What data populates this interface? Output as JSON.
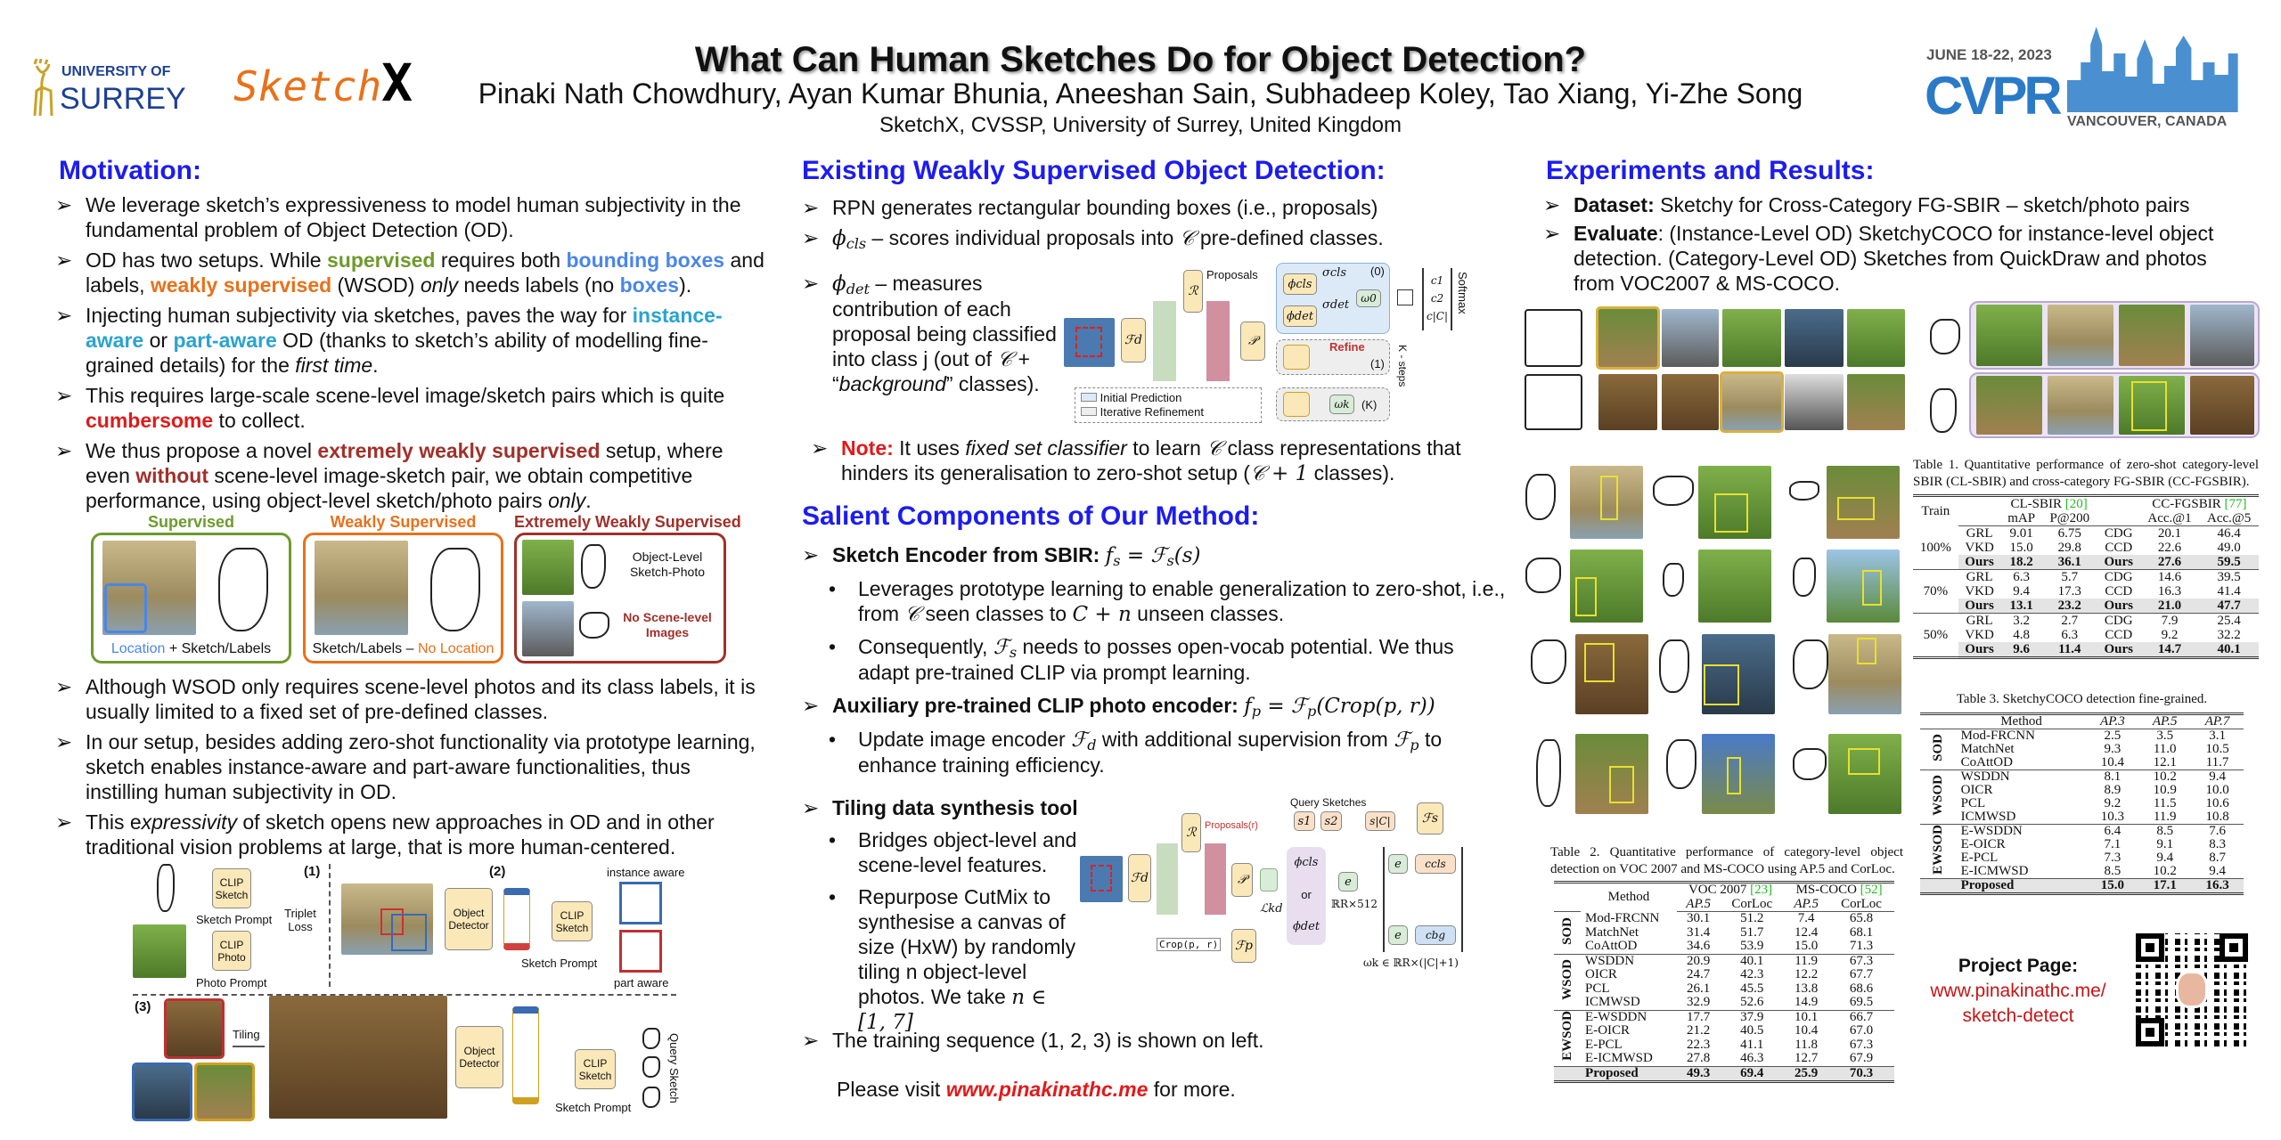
{
  "header": {
    "title": "What Can Human Sketches Do for Object Detection?",
    "authors": "Pinaki Nath Chowdhury, Ayan Kumar Bhunia, Aneeshan Sain, Subhadeep Koley, Tao Xiang, Yi-Zhe Song",
    "affiliation": "SketchX, CVSSP, University of Surrey, United Kingdom",
    "surrey_logo": {
      "small": "UNIVERSITY OF",
      "big": "SURREY"
    },
    "sketchx_logo": {
      "text": "Sketch",
      "x": "X"
    },
    "cvpr": {
      "dates": "JUNE 18-22, 2023",
      "name": "CVPR",
      "city": "VANCOUVER, CANADA"
    }
  },
  "motivation": {
    "heading": "Motivation:",
    "bullets": [
      {
        "segs": [
          {
            "t": "We leverage sketch’s expressiveness to model human subjectivity in the fundamental problem of Object Detection (OD).",
            "s": ""
          }
        ]
      },
      {
        "segs": [
          {
            "t": "OD has two setups. While ",
            "s": ""
          },
          {
            "t": "supervised",
            "s": "green"
          },
          {
            "t": " requires both ",
            "s": ""
          },
          {
            "t": "bounding boxes",
            "s": "blue"
          },
          {
            "t": " and labels, ",
            "s": ""
          },
          {
            "t": "weakly supervised",
            "s": "orange"
          },
          {
            "t": " (WSOD) ",
            "s": ""
          },
          {
            "t": "only",
            "s": "i"
          },
          {
            "t": " needs labels (no ",
            "s": ""
          },
          {
            "t": "boxes",
            "s": "blue"
          },
          {
            "t": ").",
            "s": ""
          }
        ]
      },
      {
        "segs": [
          {
            "t": "Injecting human subjectivity via sketches, paves the way for ",
            "s": ""
          },
          {
            "t": "instance-aware",
            "s": "teal"
          },
          {
            "t": " or ",
            "s": ""
          },
          {
            "t": "part-aware",
            "s": "teal"
          },
          {
            "t": " OD (thanks to sketch’s ability of modelling fine-grained details) for the ",
            "s": ""
          },
          {
            "t": "first time",
            "s": "i"
          },
          {
            "t": ".",
            "s": ""
          }
        ]
      },
      {
        "segs": [
          {
            "t": "This requires large-scale scene-level image/sketch pairs which is quite ",
            "s": ""
          },
          {
            "t": "cumbersome",
            "s": "red"
          },
          {
            "t": " to collect.",
            "s": ""
          }
        ]
      },
      {
        "segs": [
          {
            "t": "We thus propose a novel ",
            "s": ""
          },
          {
            "t": "extremely weakly supervised",
            "s": "maroon"
          },
          {
            "t": " setup, where even ",
            "s": ""
          },
          {
            "t": "without",
            "s": "maroon"
          },
          {
            "t": " scene-level image-sketch pair, we obtain competitive performance, using object-level sketch/photo pairs ",
            "s": ""
          },
          {
            "t": "only",
            "s": "i"
          },
          {
            "t": ".",
            "s": ""
          }
        ]
      }
    ],
    "bullets2": [
      {
        "segs": [
          {
            "t": "Although WSOD only requires scene-level photos and its class labels, it is usually limited to a fixed set of pre-defined classes.",
            "s": ""
          }
        ]
      },
      {
        "segs": [
          {
            "t": "In our setup, besides adding zero-shot functionality via prototype learning, sketch enables instance-aware and part-aware functionalities, thus instilling human subjectivity in OD.",
            "s": ""
          }
        ]
      },
      {
        "segs": [
          {
            "t": "This e",
            "s": ""
          },
          {
            "t": "xpressivity",
            "s": "i"
          },
          {
            "t": " of sketch opens new approaches in OD and in other traditional vision problems at large, that is more human-centered.",
            "s": ""
          }
        ]
      }
    ],
    "fig1": {
      "supervised": "Supervised",
      "weakly": "Weakly Supervised",
      "extreme": "Extremely Weakly Supervised",
      "location": "Location",
      "plus_labels": " + Sketch/Labels",
      "sketch_labels": "Sketch/Labels – ",
      "no_location": "No Location",
      "object_level": "Object-Level Sketch-Photo",
      "no_scene": "No Scene-level Images"
    },
    "fig2": {
      "s1": "(1)",
      "s2": "(2)",
      "s3": "(3)",
      "clip_sketch": "CLIP Sketch",
      "clip_photo": "CLIP Photo",
      "sketch_prompt": "Sketch Prompt",
      "photo_prompt": "Photo Prompt",
      "triplet": "Triplet Loss",
      "detector": "Object Detector",
      "instance": "instance aware",
      "part": "part aware",
      "tiling": "Tiling",
      "query": "Query Sketch"
    }
  },
  "existing": {
    "heading": "Existing Weakly Supervised Object Detection:",
    "bullets": [
      {
        "segs": [
          {
            "t": "RPN generates rectangular bounding boxes (i.e., proposals)",
            "s": ""
          }
        ]
      },
      {
        "segs": [
          {
            "t": "ϕ",
            "s": "math"
          },
          {
            "t": "cls",
            "s": "sub"
          },
          {
            "t": " – scores individual proposals into ",
            "s": ""
          },
          {
            "t": "𝒞",
            "s": "math"
          },
          {
            "t": " pre-defined classes.",
            "s": ""
          }
        ]
      }
    ],
    "bullet_det": [
      {
        "segs": [
          {
            "t": "ϕ",
            "s": "math"
          },
          {
            "t": "det",
            "s": "sub"
          },
          {
            "t": " – measures contribution of each proposal being classified into class j (out of ",
            "s": ""
          },
          {
            "t": "𝒞",
            "s": "math"
          },
          {
            "t": " + “",
            "s": ""
          },
          {
            "t": "background",
            "s": "i"
          },
          {
            "t": "” classes).",
            "s": ""
          }
        ]
      }
    ],
    "note": [
      {
        "segs": [
          {
            "t": "Note:",
            "s": "red"
          },
          {
            "t": " It uses ",
            "s": ""
          },
          {
            "t": "fixed set classifier",
            "s": "i"
          },
          {
            "t": " to learn ",
            "s": ""
          },
          {
            "t": "𝒞",
            "s": "math"
          },
          {
            "t": " class representations that hinders its generalisation to zero-shot setup (",
            "s": ""
          },
          {
            "t": "𝒞 + 1",
            "s": "math"
          },
          {
            "t": " classes).",
            "s": ""
          }
        ]
      }
    ],
    "diagram": {
      "proposals": "Proposals",
      "fd": "ℱd",
      "p": "𝒫",
      "r": "ℛ",
      "phi_cls": "ϕcls",
      "phi_det": "ϕdet",
      "sigma_cls": "σcls",
      "sigma_det": "σdet",
      "refine": "Refine",
      "k0": "(0)",
      "k1": "(1)",
      "kK": "(K)",
      "ksteps": "K - steps",
      "softmax": "Softmax",
      "initial": "Initial Prediction",
      "iterative": "Iterative Refinement",
      "w0": "ω0",
      "wk": "ωk",
      "c1": "c1",
      "c2": "c2",
      "cc": "c|C|"
    }
  },
  "salient": {
    "heading": "Salient Components of Our Method:",
    "bullets": [
      {
        "level": 1,
        "segs": [
          {
            "t": "Sketch Encoder from SBIR: ",
            "s": "b"
          },
          {
            "t": "f",
            "s": "math"
          },
          {
            "t": "s",
            "s": "sub"
          },
          {
            "t": " = ℱ",
            "s": "math"
          },
          {
            "t": "s",
            "s": "sub"
          },
          {
            "t": "(s)",
            "s": "math"
          }
        ]
      },
      {
        "level": 2,
        "segs": [
          {
            "t": "Leverages prototype learning to enable generalization to zero-shot, i.e., from ",
            "s": ""
          },
          {
            "t": "𝒞",
            "s": "math"
          },
          {
            "t": " seen classes to ",
            "s": ""
          },
          {
            "t": "C + n",
            "s": "math"
          },
          {
            "t": " unseen classes.",
            "s": ""
          }
        ]
      },
      {
        "level": 2,
        "segs": [
          {
            "t": "Consequently, ",
            "s": ""
          },
          {
            "t": "ℱ",
            "s": "math"
          },
          {
            "t": "s",
            "s": "sub"
          },
          {
            "t": " needs to posses open-vocab potential. We thus adapt pre-trained CLIP via prompt learning.",
            "s": ""
          }
        ]
      },
      {
        "level": 1,
        "segs": [
          {
            "t": "Auxiliary pre-trained CLIP photo encoder: ",
            "s": "b"
          },
          {
            "t": "f",
            "s": "math"
          },
          {
            "t": "p",
            "s": "sub"
          },
          {
            "t": " = ℱ",
            "s": "math"
          },
          {
            "t": "p",
            "s": "sub"
          },
          {
            "t": "(Crop(p, r))",
            "s": "math"
          }
        ]
      },
      {
        "level": 2,
        "segs": [
          {
            "t": "Update image encoder ",
            "s": ""
          },
          {
            "t": "ℱ",
            "s": "math"
          },
          {
            "t": "d",
            "s": "sub"
          },
          {
            "t": " with additional supervision from ",
            "s": ""
          },
          {
            "t": "ℱ",
            "s": "math"
          },
          {
            "t": "p",
            "s": "sub"
          },
          {
            "t": " to enhance training efficiency.",
            "s": ""
          }
        ]
      }
    ],
    "tiling": [
      {
        "level": 1,
        "segs": [
          {
            "t": "Tiling data synthesis tool",
            "s": "b"
          }
        ]
      },
      {
        "level": 2,
        "segs": [
          {
            "t": "Bridges object-level and scene-level features.",
            "s": ""
          }
        ]
      },
      {
        "level": 2,
        "segs": [
          {
            "t": "Repurpose CutMix to synthesise a canvas of size (HxW) by randomly tiling n object-level photos. We take ",
            "s": ""
          },
          {
            "t": "n ∈ [1, 7]",
            "s": "math"
          }
        ]
      }
    ],
    "sequence": [
      {
        "level": 1,
        "segs": [
          {
            "t": "The training sequence (1, 2, 3) is shown on left.",
            "s": ""
          }
        ]
      }
    ],
    "visit_pre": "Please visit ",
    "visit_link": "www.pinakinathc.me",
    "visit_post": " for more.",
    "diagram": {
      "query": "Query Sketches",
      "s1": "s1",
      "s2": "s2",
      "sc": "s|C|",
      "proposals": "Proposals(r)",
      "crop": "Crop(p, r)",
      "lkd": "ℒkd",
      "rdim": "ℝR×512",
      "wk": "ωk ∈ ℝR×(|C|+1)",
      "or": "or",
      "fs": "ℱs",
      "fd": "ℱd",
      "fp": "ℱp",
      "p": "𝒫",
      "r": "ℛ",
      "e": "e",
      "ccls": "ccls",
      "cbg": "cbg"
    }
  },
  "experiments": {
    "heading": "Experiments and Results:",
    "bullets": [
      {
        "segs": [
          {
            "t": "Dataset:",
            "s": "b"
          },
          {
            "t": " Sketchy for Cross-Category FG-SBIR – sketch/photo pairs",
            "s": ""
          }
        ]
      },
      {
        "segs": [
          {
            "t": "Evaluate",
            "s": "b"
          },
          {
            "t": ": (Instance-Level OD) SketchyCOCO for instance-level object detection. (Category-Level OD) Sketches from QuickDraw and photos from VOC2007 & MS-COCO.",
            "s": ""
          }
        ]
      }
    ],
    "table1": {
      "caption": "Table 1.  Quantitative performance of zero-shot category-level SBIR (CL-SBIR) and cross-category FG-SBIR (CC-FGSBIR).",
      "train": "Train",
      "cl": "CL-SBIR ",
      "cl_cite": "[20]",
      "cc": "CC-FGSBIR ",
      "cc_cite": "[77]",
      "cols": [
        "mAP",
        "P@200",
        "Acc.@1",
        "Acc.@5"
      ],
      "groups": [
        {
          "train": "100%",
          "rows": [
            [
              "GRL",
              "9.01",
              "6.75",
              "CDG",
              "20.1",
              "46.4"
            ],
            [
              "VKD",
              "15.0",
              "29.8",
              "CCD",
              "22.6",
              "49.0"
            ],
            [
              "Ours",
              "18.2",
              "36.1",
              "Ours",
              "27.6",
              "59.5"
            ]
          ]
        },
        {
          "train": "70%",
          "rows": [
            [
              "GRL",
              "6.3",
              "5.7",
              "CDG",
              "14.6",
              "39.5"
            ],
            [
              "VKD",
              "9.4",
              "17.3",
              "CCD",
              "16.3",
              "41.4"
            ],
            [
              "Ours",
              "13.1",
              "23.2",
              "Ours",
              "21.0",
              "47.7"
            ]
          ]
        },
        {
          "train": "50%",
          "rows": [
            [
              "GRL",
              "3.2",
              "2.7",
              "CDG",
              "7.9",
              "25.4"
            ],
            [
              "VKD",
              "4.8",
              "6.3",
              "CCD",
              "9.2",
              "32.2"
            ],
            [
              "Ours",
              "9.6",
              "11.4",
              "Ours",
              "14.7",
              "40.1"
            ]
          ]
        }
      ]
    },
    "table3": {
      "caption": "Table 3. SketchyCOCO detection fine-grained.",
      "cols": [
        "Method",
        "AP.3",
        "AP.5",
        "AP.7"
      ],
      "groups": [
        {
          "name": "SOD",
          "rows": [
            [
              "Mod-FRCNN",
              "2.5",
              "3.5",
              "3.1"
            ],
            [
              "MatchNet",
              "9.3",
              "11.0",
              "10.5"
            ],
            [
              "CoAttOD",
              "10.4",
              "12.1",
              "11.7"
            ]
          ]
        },
        {
          "name": "WSOD",
          "rows": [
            [
              "WSDDN",
              "8.1",
              "10.2",
              "9.4"
            ],
            [
              "OICR",
              "8.9",
              "10.9",
              "10.0"
            ],
            [
              "PCL",
              "9.2",
              "11.5",
              "10.6"
            ],
            [
              "ICMWSD",
              "10.3",
              "11.9",
              "10.8"
            ]
          ]
        },
        {
          "name": "EWSOD",
          "rows": [
            [
              "E-WSDDN",
              "6.4",
              "8.5",
              "7.6"
            ],
            [
              "E-OICR",
              "7.1",
              "9.1",
              "8.3"
            ],
            [
              "E-PCL",
              "7.3",
              "9.4",
              "8.7"
            ],
            [
              "E-ICMWSD",
              "8.5",
              "10.2",
              "9.4"
            ]
          ]
        }
      ],
      "proposed": [
        "Proposed",
        "15.0",
        "17.1",
        "16.3"
      ]
    },
    "table2": {
      "caption": "Table 2. Quantitative performance of category-level object detection on VOC 2007 and MS-COCO using AP.5 and CorLoc.",
      "method": "Method",
      "voc": "VOC 2007 ",
      "voc_cite": "[23]",
      "coco": "MS-COCO ",
      "coco_cite": "[52]",
      "cols": [
        "AP.5",
        "CorLoc",
        "AP.5",
        "CorLoc"
      ],
      "groups": [
        {
          "name": "SOD",
          "rows": [
            [
              "Mod-FRCNN",
              "30.1",
              "51.2",
              "7.4",
              "65.8"
            ],
            [
              "MatchNet",
              "31.4",
              "51.7",
              "12.4",
              "68.1"
            ],
            [
              "CoAttOD",
              "34.6",
              "53.9",
              "15.0",
              "71.3"
            ]
          ]
        },
        {
          "name": "WSOD",
          "rows": [
            [
              "WSDDN",
              "20.9",
              "40.1",
              "11.9",
              "67.3"
            ],
            [
              "OICR",
              "24.7",
              "42.3",
              "12.2",
              "67.7"
            ],
            [
              "PCL",
              "26.1",
              "45.5",
              "13.8",
              "68.6"
            ],
            [
              "ICMWSD",
              "32.9",
              "52.6",
              "14.9",
              "69.5"
            ]
          ]
        },
        {
          "name": "EWSOD",
          "rows": [
            [
              "E-WSDDN",
              "17.7",
              "37.9",
              "10.1",
              "66.7"
            ],
            [
              "E-OICR",
              "21.2",
              "40.5",
              "10.4",
              "67.0"
            ],
            [
              "E-PCL",
              "22.3",
              "41.1",
              "11.8",
              "67.3"
            ],
            [
              "E-ICMWSD",
              "27.8",
              "46.3",
              "12.7",
              "67.9"
            ]
          ]
        }
      ],
      "proposed": [
        "Proposed",
        "49.3",
        "69.4",
        "25.9",
        "70.3"
      ]
    },
    "project": {
      "label": "Project Page:",
      "link1": "www.pinakinathc.me/",
      "link2": "sketch-detect"
    }
  }
}
